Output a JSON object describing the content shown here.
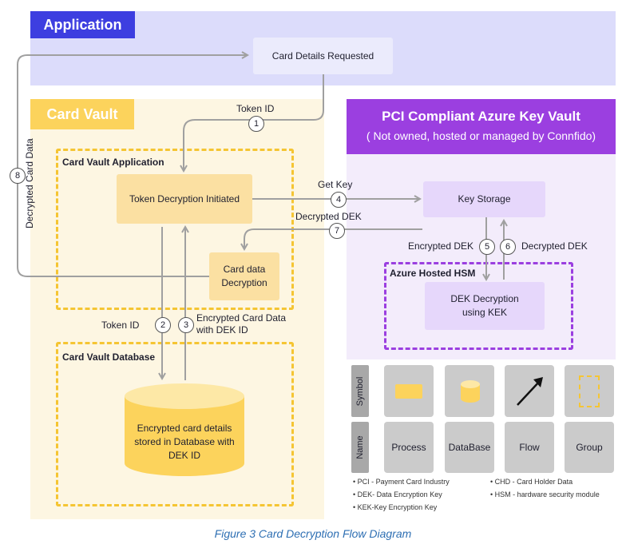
{
  "regions": {
    "application": "Application",
    "card_vault": "Card Vault",
    "key_vault_title": "PCI Compliant Azure Key Vault",
    "key_vault_subtitle": "( Not owned, hosted or managed by Connfido)"
  },
  "groups": {
    "card_vault_application": "Card Vault Application",
    "card_vault_database": "Card Vault Database",
    "azure_hosted_hsm": "Azure Hosted HSM"
  },
  "nodes": {
    "card_details_requested": "Card Details Requested",
    "token_decryption": "Token Decryption Initiated",
    "card_data_decryption": "Card data Decryption",
    "database": "Encrypted card details stored in Database with DEK ID",
    "key_storage": "Key Storage",
    "dek_decryption": "DEK Decryption using KEK"
  },
  "edges": [
    {
      "num": "1",
      "label": "Token ID"
    },
    {
      "num": "2",
      "label": "Token ID"
    },
    {
      "num": "3",
      "label": "Encrypted Card Data with DEK ID"
    },
    {
      "num": "4",
      "label": "Get Key"
    },
    {
      "num": "5",
      "label": "Encrypted DEK"
    },
    {
      "num": "6",
      "label": "Decrypted DEK"
    },
    {
      "num": "7",
      "label": "Decrypted DEK"
    },
    {
      "num": "8",
      "label": "Decrypted Card Data"
    }
  ],
  "legend": {
    "row_symbol": "Symbol",
    "row_name": "Name",
    "names": [
      "Process",
      "DataBase",
      "Flow",
      "Group"
    ]
  },
  "notes": {
    "pci": "PCI - Payment Card Industry",
    "dek": "DEK- Data Encryption Key",
    "kek": "KEK-Key Encryption Key",
    "chd": "CHD - Card Holder Data",
    "hsm": "HSM - hardware security module"
  },
  "caption": "Figure 3 Card Decryption Flow Diagram",
  "colors": {
    "application": "#3d3ee0",
    "card_vault": "#fcd35c",
    "key_vault": "#9b3fe0",
    "flow": "#a0a0a0"
  }
}
